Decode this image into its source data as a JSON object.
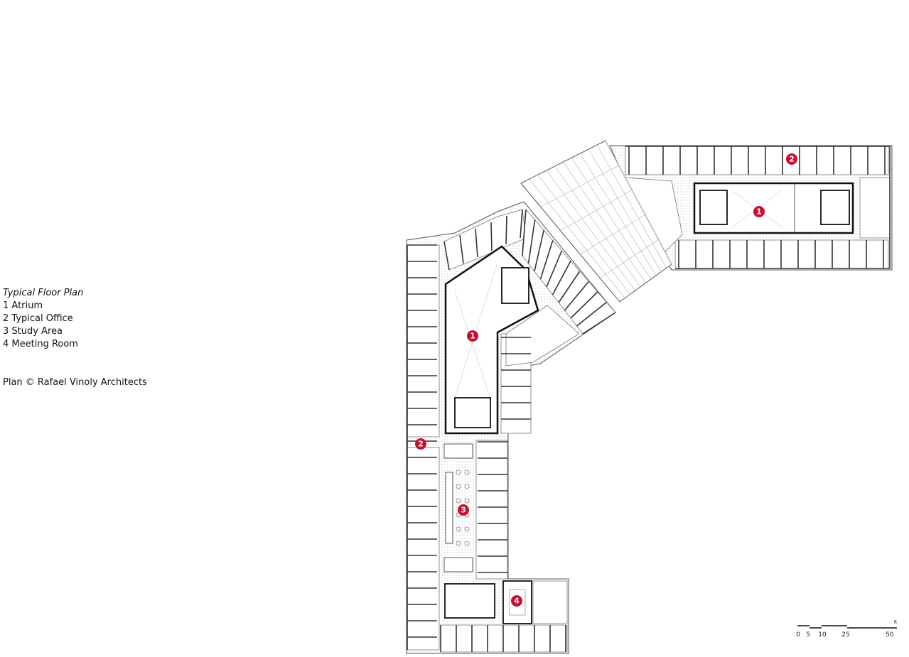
{
  "legend": {
    "title": "Typical Floor Plan",
    "items": [
      "1 Atrium",
      "2 Typical Office",
      "3 Study Area",
      "4 Meeting Room"
    ]
  },
  "credit": "Plan © Rafael Vinoly Architects",
  "markers": [
    {
      "label": "1",
      "meaning": "Atrium"
    },
    {
      "label": "1",
      "meaning": "Atrium"
    },
    {
      "label": "2",
      "meaning": "Typical Office"
    },
    {
      "label": "2",
      "meaning": "Typical Office"
    },
    {
      "label": "3",
      "meaning": "Study Area"
    },
    {
      "label": "4",
      "meaning": "Meeting Room"
    }
  ],
  "scale_bar": {
    "unit": "ft",
    "ticks": [
      "0",
      "5",
      "10",
      "25",
      "50"
    ]
  },
  "colors": {
    "marker": "#c8102e",
    "wall": "#222222",
    "line": "#888888"
  }
}
